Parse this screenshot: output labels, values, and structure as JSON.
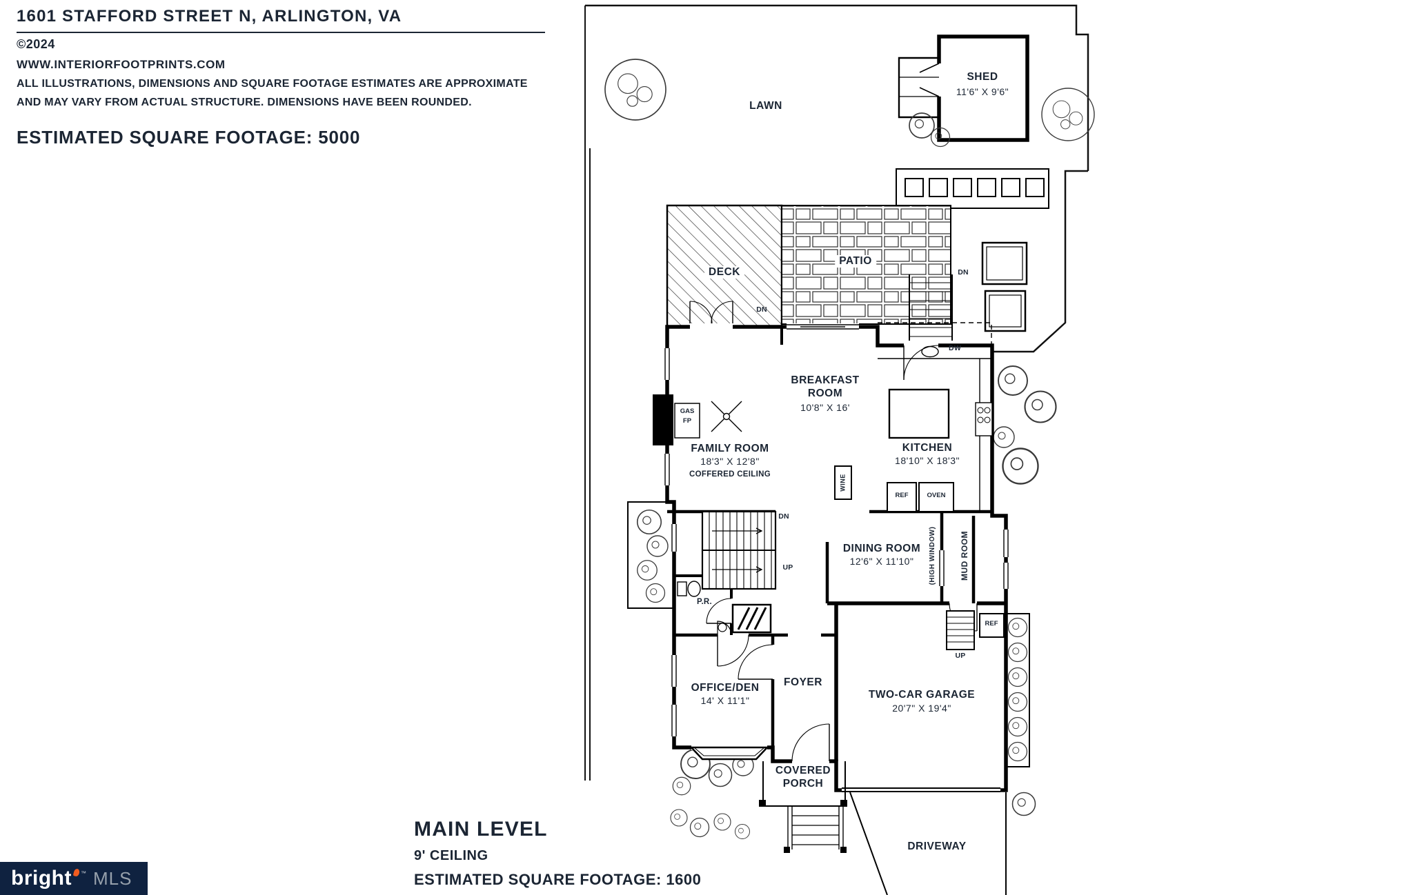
{
  "header": {
    "address": "1601 STAFFORD STREET N, ARLINGTON, VA",
    "copyright": "©2024",
    "website": "WWW.INTERIORFOOTPRINTS.COM",
    "disclaimer1": "ALL ILLUSTRATIONS, DIMENSIONS AND SQUARE FOOTAGE ESTIMATES ARE APPROXIMATE",
    "disclaimer2": "AND MAY VARY FROM ACTUAL STRUCTURE. DIMENSIONS HAVE BEEN ROUNDED.",
    "est_sqft": "ESTIMATED SQUARE FOOTAGE: 5000"
  },
  "site": {
    "lawn": "LAWN",
    "driveway": "DRIVEWAY",
    "deck": "DECK",
    "patio": "PATIO",
    "shed_name": "SHED",
    "shed_dims": "11'6\" X 9'6\""
  },
  "rooms": {
    "family_name": "FAMILY ROOM",
    "family_dims": "18'3\" X 12'8\"",
    "family_note": "COFFERED CEILING",
    "breakfast1": "BREAKFAST",
    "breakfast2": "ROOM",
    "breakfast_dims": "10'8\" X 16'",
    "kitchen_name": "KITCHEN",
    "kitchen_dims": "18'10\" X 18'3\"",
    "dining_name": "DINING ROOM",
    "dining_dims": "12'6\" X 11'10\"",
    "dining_note": "(HIGH WINDOW)",
    "mudroom": "MUD ROOM",
    "office_name": "OFFICE/DEN",
    "office_dims": "14' X 11'1\"",
    "foyer": "FOYER",
    "garage_name": "TWO-CAR GARAGE",
    "garage_dims": "20'7\" X 19'4\"",
    "porch1": "COVERED",
    "porch2": "PORCH",
    "powder": "P.R.",
    "fp1": "GAS",
    "fp2": "FP"
  },
  "tags": {
    "dn": "DN",
    "up": "UP",
    "dw": "DW",
    "ref": "REF",
    "oven": "OVEN",
    "wine": "WINE"
  },
  "footer": {
    "level": "MAIN LEVEL",
    "ceiling": "9' CEILING",
    "sqft": "ESTIMATED SQUARE FOOTAGE: 1600"
  },
  "logo": {
    "brand": "bright",
    "tm": "™",
    "mls": "MLS"
  },
  "colors": {
    "ink": "#1b2533",
    "logo_bg": "#0f2240",
    "flame_accent": "#f25c1f",
    "mls_gray": "#96a0ab"
  }
}
